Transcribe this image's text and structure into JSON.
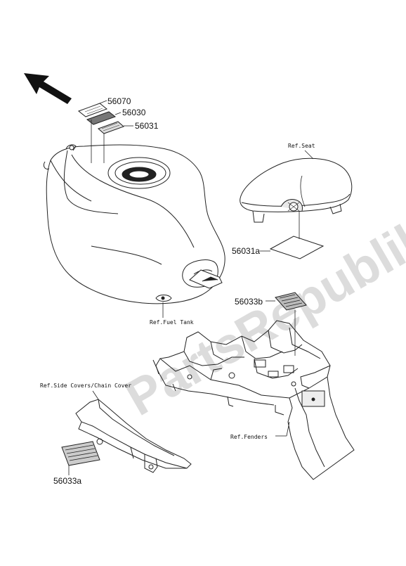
{
  "watermark": "PartsRepublik",
  "parts": {
    "p56070": "56070",
    "p56030": "56030",
    "p56031": "56031",
    "p56031a": "56031a",
    "p56033b": "56033b",
    "p56033a": "56033a"
  },
  "refs": {
    "seat": "Ref.Seat",
    "fuel_tank": "Ref.Fuel Tank",
    "side_covers": "Ref.Side Covers/Chain Cover",
    "fenders": "Ref.Fenders"
  },
  "icons": {
    "direction": "front-direction-arrow-icon"
  }
}
